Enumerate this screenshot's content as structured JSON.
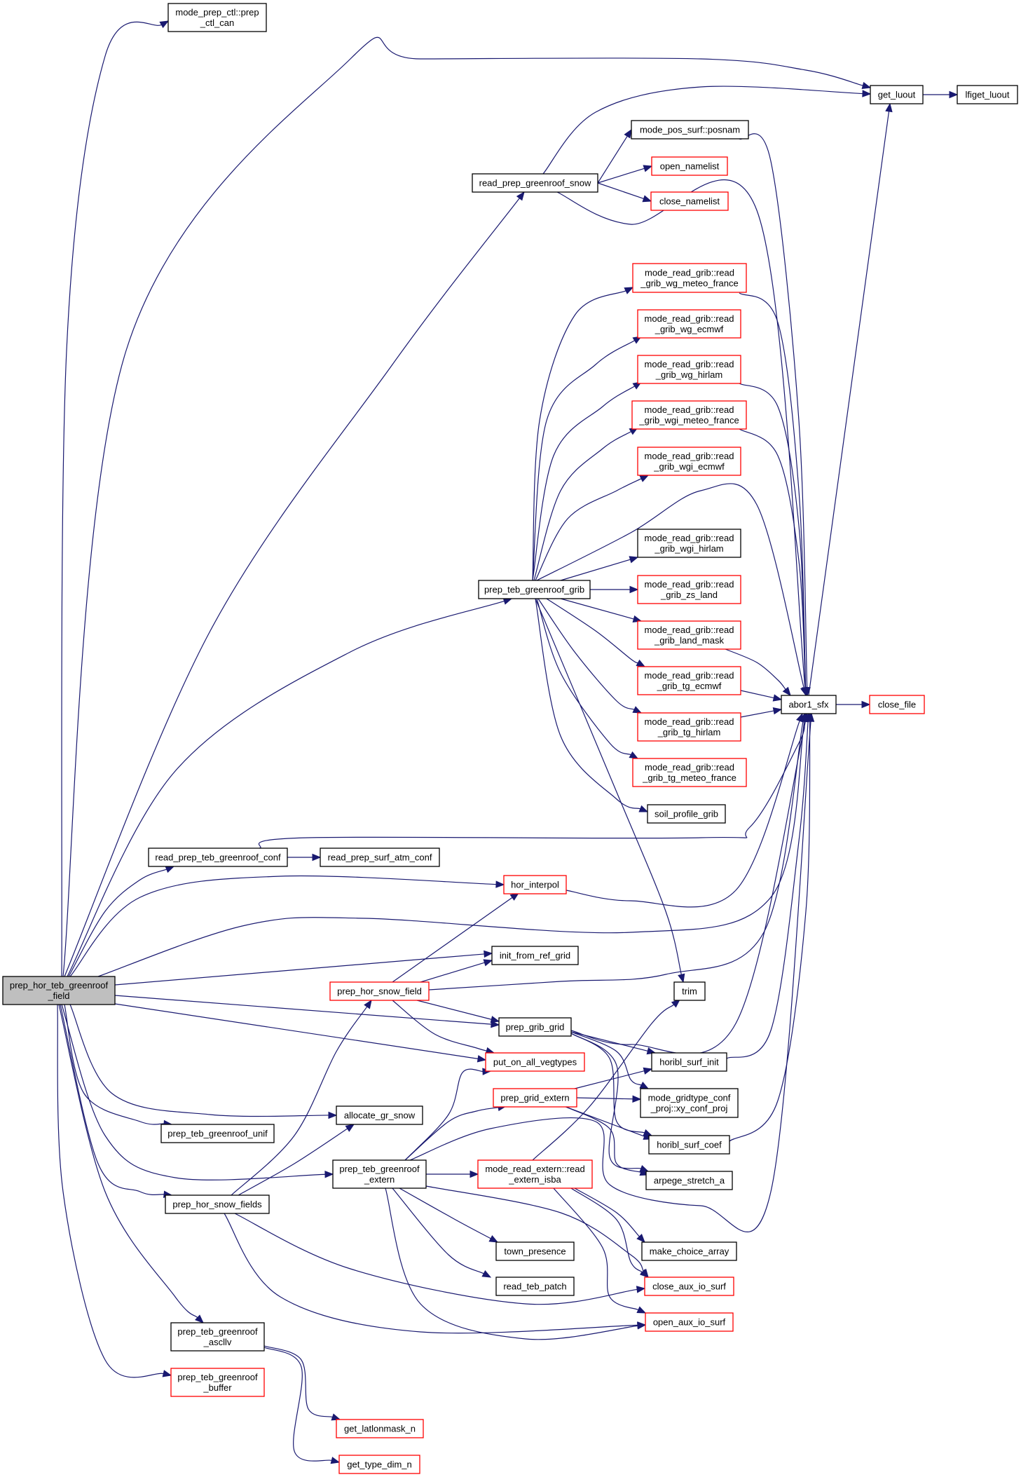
{
  "diagram": {
    "type": "call-graph",
    "colors": {
      "edge": "#191970",
      "root_fill": "#bfbfbf",
      "normal_border": "#000000",
      "undocumented_border": "#ff0000"
    },
    "nodes": [
      {
        "id": "root",
        "lines": [
          "prep_hor_teb_greenroof",
          "_field"
        ],
        "style": "root"
      },
      {
        "id": "prep_ctl_can",
        "lines": [
          "mode_prep_ctl::prep",
          "_ctl_can"
        ],
        "style": "black"
      },
      {
        "id": "get_luout",
        "lines": [
          "get_luout"
        ],
        "style": "black"
      },
      {
        "id": "lfiget_luout",
        "lines": [
          "lfiget_luout"
        ],
        "style": "black"
      },
      {
        "id": "read_prep_greenroof_snow",
        "lines": [
          "read_prep_greenroof_snow"
        ],
        "style": "black"
      },
      {
        "id": "posnam",
        "lines": [
          "mode_pos_surf::posnam"
        ],
        "style": "black"
      },
      {
        "id": "open_namelist",
        "lines": [
          "open_namelist"
        ],
        "style": "red"
      },
      {
        "id": "close_namelist",
        "lines": [
          "close_namelist"
        ],
        "style": "red"
      },
      {
        "id": "wg_meteo_france",
        "lines": [
          "mode_read_grib::read",
          "_grib_wg_meteo_france"
        ],
        "style": "red"
      },
      {
        "id": "wg_ecmwf",
        "lines": [
          "mode_read_grib::read",
          "_grib_wg_ecmwf"
        ],
        "style": "red"
      },
      {
        "id": "wg_hirlam",
        "lines": [
          "mode_read_grib::read",
          "_grib_wg_hirlam"
        ],
        "style": "red"
      },
      {
        "id": "wgi_meteo_france",
        "lines": [
          "mode_read_grib::read",
          "_grib_wgi_meteo_france"
        ],
        "style": "red"
      },
      {
        "id": "wgi_ecmwf",
        "lines": [
          "mode_read_grib::read",
          "_grib_wgi_ecmwf"
        ],
        "style": "red"
      },
      {
        "id": "wgi_hirlam",
        "lines": [
          "mode_read_grib::read",
          "_grib_wgi_hirlam"
        ],
        "style": "black"
      },
      {
        "id": "prep_teb_greenroof_grib",
        "lines": [
          "prep_teb_greenroof_grib"
        ],
        "style": "black"
      },
      {
        "id": "zs_land",
        "lines": [
          "mode_read_grib::read",
          "_grib_zs_land"
        ],
        "style": "red"
      },
      {
        "id": "land_mask",
        "lines": [
          "mode_read_grib::read",
          "_grib_land_mask"
        ],
        "style": "red"
      },
      {
        "id": "tg_ecmwf",
        "lines": [
          "mode_read_grib::read",
          "_grib_tg_ecmwf"
        ],
        "style": "red"
      },
      {
        "id": "tg_hirlam",
        "lines": [
          "mode_read_grib::read",
          "_grib_tg_hirlam"
        ],
        "style": "red"
      },
      {
        "id": "tg_meteo_france",
        "lines": [
          "mode_read_grib::read",
          "_grib_tg_meteo_france"
        ],
        "style": "red"
      },
      {
        "id": "soil_profile_grib",
        "lines": [
          "soil_profile_grib"
        ],
        "style": "black"
      },
      {
        "id": "abor1_sfx",
        "lines": [
          "abor1_sfx"
        ],
        "style": "black"
      },
      {
        "id": "close_file",
        "lines": [
          "close_file"
        ],
        "style": "red"
      },
      {
        "id": "read_prep_teb_greenroof_conf",
        "lines": [
          "read_prep_teb_greenroof_conf"
        ],
        "style": "black"
      },
      {
        "id": "read_prep_surf_atm_conf",
        "lines": [
          "read_prep_surf_atm_conf"
        ],
        "style": "black"
      },
      {
        "id": "hor_interpol",
        "lines": [
          "hor_interpol"
        ],
        "style": "red"
      },
      {
        "id": "init_from_ref_grid",
        "lines": [
          "init_from_ref_grid"
        ],
        "style": "black"
      },
      {
        "id": "prep_hor_snow_field",
        "lines": [
          "prep_hor_snow_field"
        ],
        "style": "red"
      },
      {
        "id": "trim",
        "lines": [
          "trim"
        ],
        "style": "black"
      },
      {
        "id": "prep_grib_grid",
        "lines": [
          "prep_grib_grid"
        ],
        "style": "black"
      },
      {
        "id": "put_on_all_vegtypes",
        "lines": [
          "put_on_all_vegtypes"
        ],
        "style": "red"
      },
      {
        "id": "horibl_surf_init",
        "lines": [
          "horibl_surf_init"
        ],
        "style": "black"
      },
      {
        "id": "allocate_gr_snow",
        "lines": [
          "allocate_gr_snow"
        ],
        "style": "black"
      },
      {
        "id": "prep_grid_extern",
        "lines": [
          "prep_grid_extern"
        ],
        "style": "red"
      },
      {
        "id": "xy_conf_proj",
        "lines": [
          "mode_gridtype_conf",
          "_proj::xy_conf_proj"
        ],
        "style": "black"
      },
      {
        "id": "prep_teb_greenroof_unif",
        "lines": [
          "prep_teb_greenroof_unif"
        ],
        "style": "black"
      },
      {
        "id": "horibl_surf_coef",
        "lines": [
          "horibl_surf_coef"
        ],
        "style": "black"
      },
      {
        "id": "prep_teb_greenroof_extern",
        "lines": [
          "prep_teb_greenroof",
          "_extern"
        ],
        "style": "black"
      },
      {
        "id": "read_extern_isba",
        "lines": [
          "mode_read_extern::read",
          "_extern_isba"
        ],
        "style": "red"
      },
      {
        "id": "arpege_stretch_a",
        "lines": [
          "arpege_stretch_a"
        ],
        "style": "black"
      },
      {
        "id": "prep_hor_snow_fields",
        "lines": [
          "prep_hor_snow_fields"
        ],
        "style": "black"
      },
      {
        "id": "town_presence",
        "lines": [
          "town_presence"
        ],
        "style": "black"
      },
      {
        "id": "make_choice_array",
        "lines": [
          "make_choice_array"
        ],
        "style": "black"
      },
      {
        "id": "read_teb_patch",
        "lines": [
          "read_teb_patch"
        ],
        "style": "black"
      },
      {
        "id": "close_aux_io_surf",
        "lines": [
          "close_aux_io_surf"
        ],
        "style": "red"
      },
      {
        "id": "open_aux_io_surf",
        "lines": [
          "open_aux_io_surf"
        ],
        "style": "red"
      },
      {
        "id": "prep_teb_greenroof_ascllv",
        "lines": [
          "prep_teb_greenroof",
          "_ascllv"
        ],
        "style": "black"
      },
      {
        "id": "prep_teb_greenroof_buffer",
        "lines": [
          "prep_teb_greenroof",
          "_buffer"
        ],
        "style": "red"
      },
      {
        "id": "get_latlonmask_n",
        "lines": [
          "get_latlonmask_n"
        ],
        "style": "red"
      },
      {
        "id": "get_type_dim_n",
        "lines": [
          "get_type_dim_n"
        ],
        "style": "red"
      }
    ],
    "edges": [
      [
        "root",
        "prep_ctl_can"
      ],
      [
        "root",
        "get_luout"
      ],
      [
        "root",
        "read_prep_greenroof_snow"
      ],
      [
        "root",
        "prep_teb_greenroof_grib"
      ],
      [
        "root",
        "read_prep_teb_greenroof_conf"
      ],
      [
        "root",
        "hor_interpol"
      ],
      [
        "root",
        "abor1_sfx"
      ],
      [
        "root",
        "init_from_ref_grid"
      ],
      [
        "root",
        "prep_grib_grid"
      ],
      [
        "root",
        "put_on_all_vegtypes"
      ],
      [
        "root",
        "allocate_gr_snow"
      ],
      [
        "root",
        "prep_teb_greenroof_unif"
      ],
      [
        "root",
        "prep_teb_greenroof_extern"
      ],
      [
        "root",
        "prep_hor_snow_fields"
      ],
      [
        "root",
        "prep_teb_greenroof_ascllv"
      ],
      [
        "root",
        "prep_teb_greenroof_buffer"
      ],
      [
        "get_luout",
        "lfiget_luout"
      ],
      [
        "read_prep_greenroof_snow",
        "get_luout"
      ],
      [
        "read_prep_greenroof_snow",
        "posnam"
      ],
      [
        "read_prep_greenroof_snow",
        "open_namelist"
      ],
      [
        "read_prep_greenroof_snow",
        "close_namelist"
      ],
      [
        "read_prep_greenroof_snow",
        "abor1_sfx"
      ],
      [
        "posnam",
        "abor1_sfx"
      ],
      [
        "prep_teb_greenroof_grib",
        "wg_meteo_france"
      ],
      [
        "prep_teb_greenroof_grib",
        "wg_ecmwf"
      ],
      [
        "prep_teb_greenroof_grib",
        "wg_hirlam"
      ],
      [
        "prep_teb_greenroof_grib",
        "wgi_meteo_france"
      ],
      [
        "prep_teb_greenroof_grib",
        "wgi_ecmwf"
      ],
      [
        "prep_teb_greenroof_grib",
        "abor1_sfx"
      ],
      [
        "prep_teb_greenroof_grib",
        "wgi_hirlam"
      ],
      [
        "prep_teb_greenroof_grib",
        "zs_land"
      ],
      [
        "prep_teb_greenroof_grib",
        "land_mask"
      ],
      [
        "prep_teb_greenroof_grib",
        "tg_ecmwf"
      ],
      [
        "prep_teb_greenroof_grib",
        "tg_hirlam"
      ],
      [
        "prep_teb_greenroof_grib",
        "tg_meteo_france"
      ],
      [
        "prep_teb_greenroof_grib",
        "soil_profile_grib"
      ],
      [
        "prep_teb_greenroof_grib",
        "trim"
      ],
      [
        "wg_meteo_france",
        "abor1_sfx"
      ],
      [
        "wg_hirlam",
        "abor1_sfx"
      ],
      [
        "wgi_meteo_france",
        "abor1_sfx"
      ],
      [
        "land_mask",
        "abor1_sfx"
      ],
      [
        "tg_ecmwf",
        "abor1_sfx"
      ],
      [
        "tg_hirlam",
        "abor1_sfx"
      ],
      [
        "abor1_sfx",
        "get_luout"
      ],
      [
        "abor1_sfx",
        "close_file"
      ],
      [
        "read_prep_teb_greenroof_conf",
        "read_prep_surf_atm_conf"
      ],
      [
        "read_prep_teb_greenroof_conf",
        "abor1_sfx"
      ],
      [
        "hor_interpol",
        "abor1_sfx"
      ],
      [
        "prep_hor_snow_field",
        "hor_interpol"
      ],
      [
        "prep_hor_snow_field",
        "init_from_ref_grid"
      ],
      [
        "prep_hor_snow_field",
        "abor1_sfx"
      ],
      [
        "prep_hor_snow_field",
        "prep_grib_grid"
      ],
      [
        "prep_hor_snow_field",
        "put_on_all_vegtypes"
      ],
      [
        "prep_grib_grid",
        "abor1_sfx"
      ],
      [
        "prep_grib_grid",
        "horibl_surf_init"
      ],
      [
        "prep_grib_grid",
        "xy_conf_proj"
      ],
      [
        "prep_grib_grid",
        "horibl_surf_coef"
      ],
      [
        "prep_grib_grid",
        "arpege_stretch_a"
      ],
      [
        "horibl_surf_init",
        "abor1_sfx"
      ],
      [
        "horibl_surf_coef",
        "abor1_sfx"
      ],
      [
        "prep_grid_extern",
        "horibl_surf_init"
      ],
      [
        "prep_grid_extern",
        "xy_conf_proj"
      ],
      [
        "prep_grid_extern",
        "horibl_surf_coef"
      ],
      [
        "prep_grid_extern",
        "arpege_stretch_a"
      ],
      [
        "prep_teb_greenroof_extern",
        "put_on_all_vegtypes"
      ],
      [
        "prep_teb_greenroof_extern",
        "prep_grid_extern"
      ],
      [
        "prep_teb_greenroof_extern",
        "abor1_sfx"
      ],
      [
        "prep_teb_greenroof_extern",
        "read_extern_isba"
      ],
      [
        "prep_teb_greenroof_extern",
        "town_presence"
      ],
      [
        "prep_teb_greenroof_extern",
        "read_teb_patch"
      ],
      [
        "prep_teb_greenroof_extern",
        "close_aux_io_surf"
      ],
      [
        "prep_teb_greenroof_extern",
        "open_aux_io_surf"
      ],
      [
        "read_extern_isba",
        "trim"
      ],
      [
        "read_extern_isba",
        "make_choice_array"
      ],
      [
        "read_extern_isba",
        "close_aux_io_surf"
      ],
      [
        "read_extern_isba",
        "open_aux_io_surf"
      ],
      [
        "prep_hor_snow_fields",
        "prep_hor_snow_field"
      ],
      [
        "prep_hor_snow_fields",
        "allocate_gr_snow"
      ],
      [
        "prep_hor_snow_fields",
        "close_aux_io_surf"
      ],
      [
        "prep_hor_snow_fields",
        "open_aux_io_surf"
      ],
      [
        "prep_teb_greenroof_ascllv",
        "get_latlonmask_n"
      ],
      [
        "prep_teb_greenroof_ascllv",
        "get_type_dim_n"
      ]
    ]
  }
}
